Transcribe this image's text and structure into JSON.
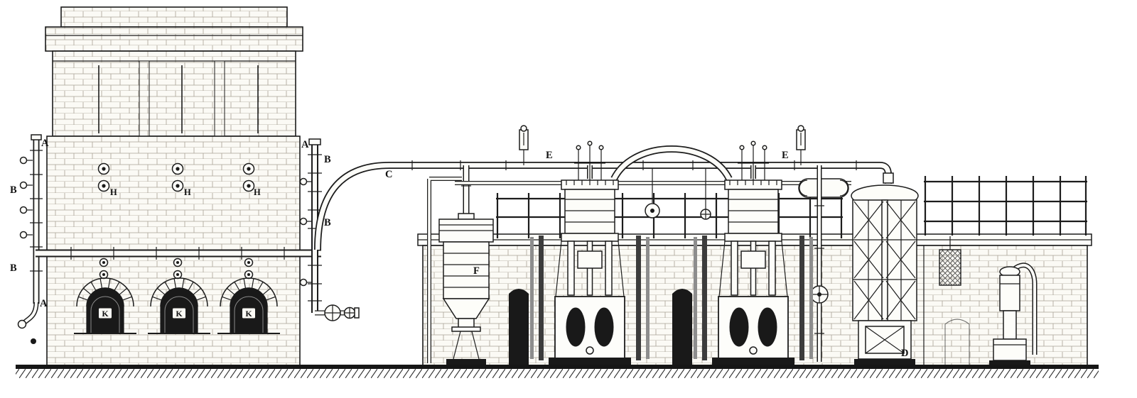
{
  "figure": {
    "colors": {
      "paper": "#ffffff",
      "ink": "#1c1c1c",
      "opening": "#191919",
      "mortar": "#a8a295"
    },
    "labels": [
      {
        "id": "left-pipe-a-upper",
        "text": "A"
      },
      {
        "id": "left-pipe-b-upper",
        "text": "B"
      },
      {
        "id": "left-pipe-b-lower",
        "text": "B"
      },
      {
        "id": "left-pipe-a-lower",
        "text": "A"
      },
      {
        "id": "manifold-a",
        "text": "A"
      },
      {
        "id": "manifold-b-upper",
        "text": "B"
      },
      {
        "id": "manifold-b-lower",
        "text": "B"
      },
      {
        "id": "suction-pipe-c",
        "text": "C"
      },
      {
        "id": "engine-1-e",
        "text": "E"
      },
      {
        "id": "engine-2-e",
        "text": "E"
      },
      {
        "id": "vessel-f",
        "text": "F"
      },
      {
        "id": "sight-hole-h-1",
        "text": "H"
      },
      {
        "id": "sight-hole-h-2",
        "text": "H"
      },
      {
        "id": "sight-hole-h-3",
        "text": "H"
      },
      {
        "id": "fire-door-k-1",
        "text": "K"
      },
      {
        "id": "fire-door-k-2",
        "text": "K"
      },
      {
        "id": "fire-door-k-3",
        "text": "K"
      },
      {
        "id": "tower-d",
        "text": "D"
      }
    ]
  }
}
